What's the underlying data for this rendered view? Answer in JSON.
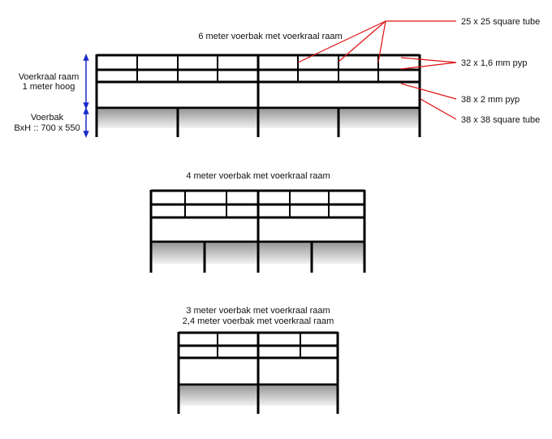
{
  "diagram1": {
    "title": "6 meter voerbak met voerkraal raam",
    "left_label_top_1": "Voerkraal raam",
    "left_label_top_2": "1 meter hoog",
    "left_label_bottom_1": "Voerbak",
    "left_label_bottom_2": "BxH :: 700 x 550"
  },
  "callouts": {
    "square_tube_25": "25 x 25 square tube",
    "pipe_32": "32 x 1,6 mm pyp",
    "pipe_38": "38 x 2 mm pyp",
    "square_tube_38": "38 x 38 square tube"
  },
  "diagram2": {
    "title": "4 meter voerbak met voerkraal raam"
  },
  "diagram3": {
    "title_1": "3 meter voerbak met voerkraal raam",
    "title_2": "2,4 meter voerbak met voerkraal raam"
  },
  "colors": {
    "frame": "#000000",
    "callout": "#e01010",
    "dimension": "#1a2bc8"
  }
}
